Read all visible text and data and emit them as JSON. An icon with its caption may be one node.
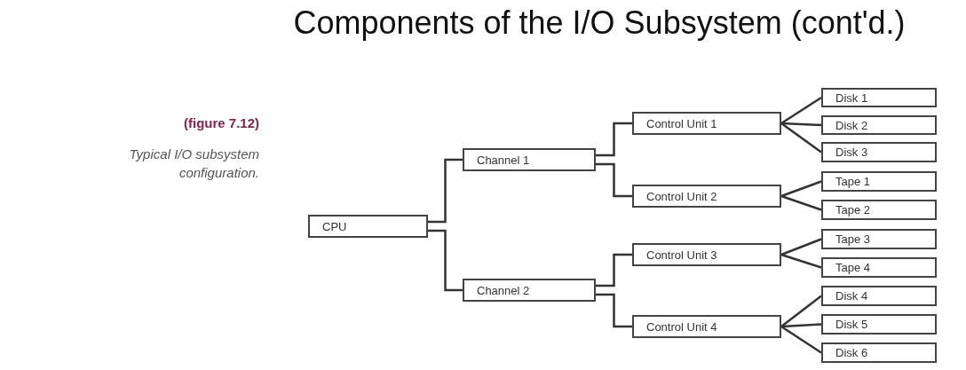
{
  "diagram": {
    "title": "Components of the I/O Subsystem (cont'd.)",
    "nodes": [
      {
        "text": [
          "CPU"
        ]
      },
      {
        "text": [
          "Channel 1"
        ]
      },
      {
        "text": [
          "Control Unit 1"
        ]
      },
      {
        "text": [
          "Disk 1"
        ]
      },
      {
        "text": [
          "Disk 2"
        ]
      },
      {
        "text": [
          "Disk 3"
        ]
      },
      {
        "text": [
          "Control Unit 2"
        ]
      },
      {
        "text": [
          "Tape 1"
        ]
      },
      {
        "text": [
          "Tape 2"
        ]
      },
      {
        "text": [
          "Channel 2"
        ]
      },
      {
        "text": [
          "Control Unit 3"
        ]
      },
      {
        "text": [
          "Tape 3"
        ]
      },
      {
        "text": [
          "Tape 4"
        ]
      },
      {
        "text": [
          "Control Unit 4"
        ]
      },
      {
        "text": [
          "Disk 4"
        ]
      },
      {
        "text": [
          "Disk 5"
        ]
      },
      {
        "text": [
          "Disk 6"
        ]
      }
    ],
    "edges": [
      {
        "from": 0,
        "to": 1,
        "arrow": "none"
      },
      {
        "from": 0,
        "to": 9,
        "arrow": "none"
      },
      {
        "from": 1,
        "to": 2,
        "arrow": "none"
      },
      {
        "from": 1,
        "to": 6,
        "arrow": "none"
      },
      {
        "from": 2,
        "to": 3,
        "arrow": "none"
      },
      {
        "from": 2,
        "to": 4,
        "arrow": "none"
      },
      {
        "from": 2,
        "to": 5,
        "arrow": "none"
      },
      {
        "from": 6,
        "to": 7,
        "arrow": "none"
      },
      {
        "from": 6,
        "to": 8,
        "arrow": "none"
      },
      {
        "from": 9,
        "to": 10,
        "arrow": "none"
      },
      {
        "from": 9,
        "to": 13,
        "arrow": "none"
      },
      {
        "from": 10,
        "to": 11,
        "arrow": "none"
      },
      {
        "from": 10,
        "to": 12,
        "arrow": "none"
      },
      {
        "from": 13,
        "to": 14,
        "arrow": "none"
      },
      {
        "from": 13,
        "to": 15,
        "arrow": "none"
      },
      {
        "from": 13,
        "to": 16,
        "arrow": "none"
      }
    ],
    "labels": [
      "(figure 7.12)",
      "Typical I/O subsystem configuration."
    ]
  }
}
